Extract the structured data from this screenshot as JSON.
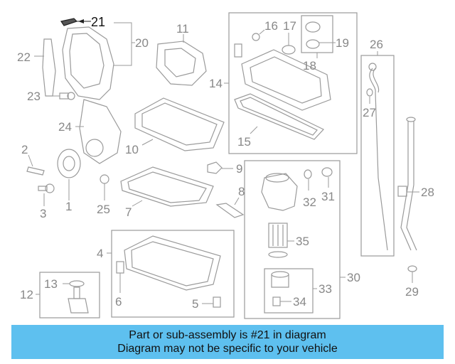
{
  "diagram": {
    "highlighted_part": "21",
    "callouts": {
      "c1": "1",
      "c2": "2",
      "c3": "3",
      "c4": "4",
      "c5": "5",
      "c6": "6",
      "c7": "7",
      "c8": "8",
      "c9": "9",
      "c10": "10",
      "c11": "11",
      "c12": "12",
      "c13": "13",
      "c14": "14",
      "c15": "15",
      "c16": "16",
      "c17": "17",
      "c18": "18",
      "c19": "19",
      "c20": "20",
      "c21": "21",
      "c22": "22",
      "c23": "23",
      "c24": "24",
      "c25": "25",
      "c26": "26",
      "c27": "27",
      "c28": "28",
      "c29": "29",
      "c30": "30",
      "c31": "31",
      "c32": "32",
      "c33": "33",
      "c34": "34",
      "c35": "35"
    }
  },
  "caption": {
    "line1": "Part or sub-assembly is #21 in diagram",
    "line2": "Diagram may not be specific to your vehicle"
  },
  "colors": {
    "caption_bg": "#5ec0ef",
    "highlight": "#111111",
    "line_art": "#9a9a9a"
  }
}
